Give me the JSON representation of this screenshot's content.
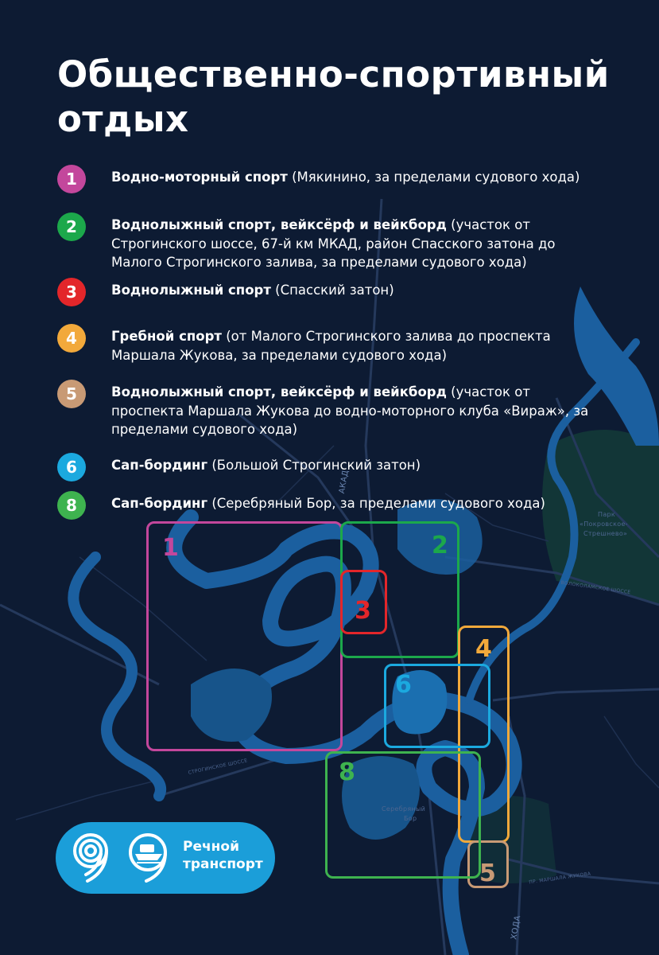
{
  "title_line1": "Общественно-спортивный",
  "title_line2": "отдых",
  "legend": [
    {
      "num": "1",
      "color": "#c3479c",
      "name": "Водно-моторный спорт",
      "detail": " (Мякинино, за пределами судового хода)"
    },
    {
      "num": "2",
      "color": "#1ca84b",
      "name": "Воднолыжный спорт, вейксёрф и вейкборд",
      "detail": " (участок от Строгинского шоссе, 67-й км МКАД, район Спасского затона до Малого Строгинского залива, за пределами судового хода)"
    },
    {
      "num": "3",
      "color": "#e3262a",
      "name": "Воднолыжный спорт",
      "detail": " (Спасский затон)"
    },
    {
      "num": "4",
      "color": "#f2a93b",
      "name": "Гребной спорт",
      "detail": " (от Малого Строгинского залива до проспекта Маршала Жукова, за пределами судового хода)"
    },
    {
      "num": "5",
      "color": "#c89a75",
      "name": "Воднолыжный спорт, вейксёрф и вейкборд",
      "detail": " (участок от проспекта Маршала Жукова до водно-моторного клуба «Вираж», за пределами судового хода)"
    },
    {
      "num": "6",
      "color": "#1ba9df",
      "name": "Сап-бординг",
      "detail": " (Большой Строгинский затон)"
    },
    {
      "num": "8",
      "color": "#3eb34f",
      "name": "Сап-бординг",
      "detail": " (Серебряный Бор, за пределами судового хода)"
    }
  ],
  "zones": [
    {
      "num": "1",
      "color": "#c3479c"
    },
    {
      "num": "2",
      "color": "#1ca84b"
    },
    {
      "num": "3",
      "color": "#e3262a"
    },
    {
      "num": "4",
      "color": "#f2a93b"
    },
    {
      "num": "5",
      "color": "#c89a75"
    },
    {
      "num": "6",
      "color": "#1ba9df"
    },
    {
      "num": "8",
      "color": "#3eb34f"
    }
  ],
  "map_labels": {
    "park_line1": "Парк",
    "park_line2": "«Покровское-",
    "park_line3": "Стрешнево»",
    "forest_line1": "Серебряный",
    "forest_line2": "Бор",
    "road_akad": "АКАД",
    "road_hoda": "ХОДА",
    "road_volok": "ВОЛОКОЛАМСКОЕ ШОССЕ",
    "road_zhukov": "ПР. МАРШАЛА ЖУКОВА",
    "road_stroginskoe": "СТРОГИНСКОЕ ШОССЕ"
  },
  "logo": {
    "line1": "Речной",
    "line2": "транспорт",
    "brand_color": "#1b9ed9"
  }
}
